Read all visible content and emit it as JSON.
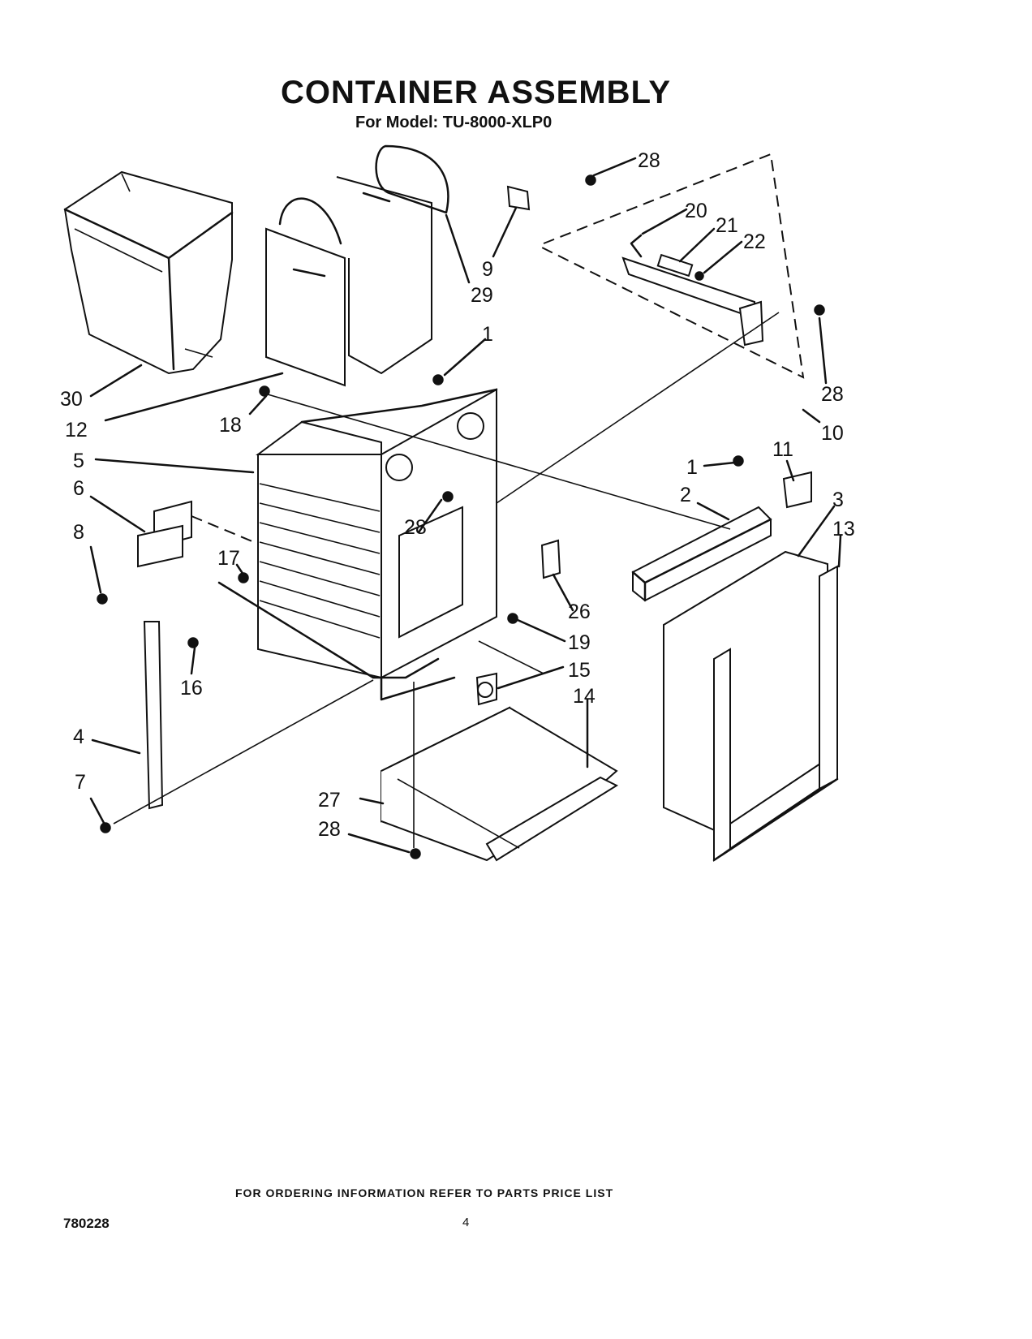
{
  "title": "CONTAINER ASSEMBLY",
  "subtitle": "For Model: TU-8000-XLP0",
  "callouts": [
    "28",
    "20",
    "21",
    "22",
    "9",
    "29",
    "1",
    "30",
    "12",
    "18",
    "28",
    "10",
    "5",
    "11",
    "1",
    "6",
    "2",
    "3",
    "13",
    "28",
    "8",
    "17",
    "26",
    "16",
    "19",
    "15",
    "14",
    "4",
    "7",
    "27",
    "28"
  ],
  "footer": {
    "ordering_note": "FOR ORDERING INFORMATION REFER TO PARTS PRICE LIST",
    "doc_number": "780228",
    "page_number": "4"
  }
}
